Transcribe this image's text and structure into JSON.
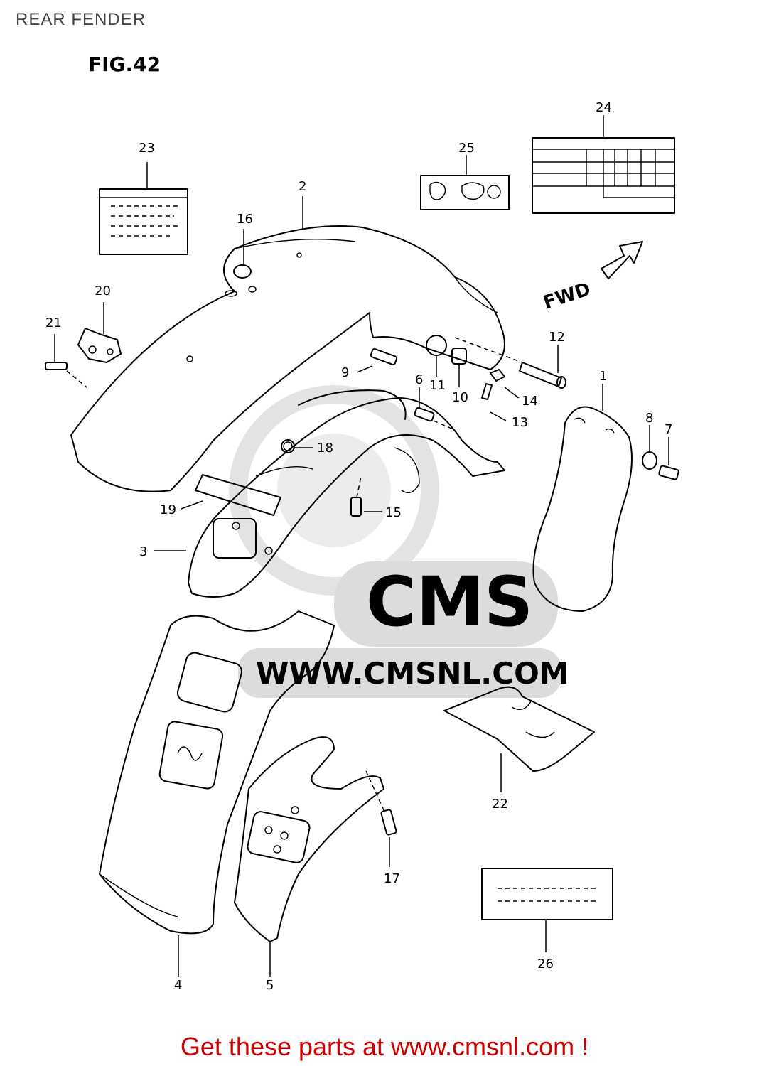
{
  "page": {
    "title": "REAR FENDER",
    "figure_label": "FIG.42"
  },
  "diagram": {
    "fwd_label": "FWD",
    "callouts": {
      "p1": "1",
      "p2": "2",
      "p3": "3",
      "p4": "4",
      "p5": "5",
      "p6": "6",
      "p7": "7",
      "p8": "8",
      "p9": "9",
      "p10": "10",
      "p11": "11",
      "p12": "12",
      "p13": "13",
      "p14": "14",
      "p15": "15",
      "p16": "16",
      "p17": "17",
      "p18": "18",
      "p19": "19",
      "p20": "20",
      "p21": "21",
      "p22": "22",
      "p23": "23",
      "p24": "24",
      "p25": "25",
      "p26": "26"
    },
    "watermark": {
      "brand": "CMS",
      "url": "WWW.CMSNL.COM"
    }
  },
  "footer": {
    "link_text": "Get these parts at www.cmsnl.com !"
  },
  "colors": {
    "footer_link": "#cc0000",
    "line_art": "#000000",
    "watermark": "#d9d9d9"
  }
}
